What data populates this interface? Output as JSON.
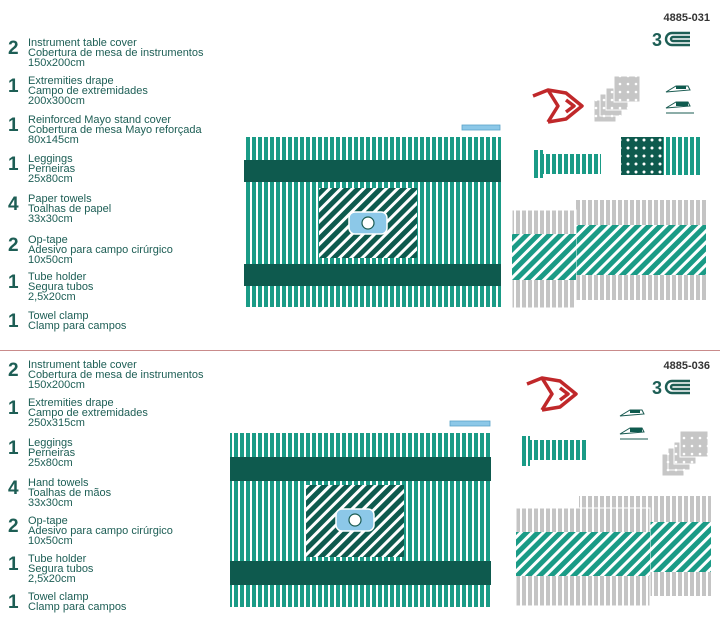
{
  "kits": [
    {
      "code": "4885-031",
      "items": [
        {
          "qty": "2",
          "en": "Instrument table cover",
          "pt": "Cobertura de mesa de instrumentos",
          "size": "150x200cm"
        },
        {
          "qty": "1",
          "en": "Extremities drape",
          "pt": "Campo de extremidades",
          "size": "200x300cm"
        },
        {
          "qty": "1",
          "en": "Reinforced Mayo stand cover",
          "pt": "Cobertura de mesa Mayo reforçada",
          "size": "80x145cm"
        },
        {
          "qty": "1",
          "en": "Leggings",
          "pt": "Perneiras",
          "size": "25x80cm"
        },
        {
          "qty": "4",
          "en": "Paper towels",
          "pt": "Toalhas de papel",
          "size": "33x30cm"
        },
        {
          "qty": "2",
          "en": "Op-tape",
          "pt": "Adesivo para campo cirúrgico",
          "size": "10x50cm"
        },
        {
          "qty": "1",
          "en": "Tube holder",
          "pt": "Segura tubos",
          "size": "2,5x20cm"
        },
        {
          "qty": "1",
          "en": "Towel clamp",
          "pt": "Clamp para campos",
          "size": ""
        }
      ]
    },
    {
      "code": "4885-036",
      "items": [
        {
          "qty": "2",
          "en": "Instrument table cover",
          "pt": "Cobertura de mesa de instrumentos",
          "size": "150x200cm"
        },
        {
          "qty": "1",
          "en": "Extremities drape",
          "pt": "Campo de extremidades",
          "size": "250x315cm"
        },
        {
          "qty": "1",
          "en": "Leggings",
          "pt": "Perneiras",
          "size": "25x80cm"
        },
        {
          "qty": "4",
          "en": "Hand towels",
          "pt": "Toalhas de mãos",
          "size": "33x30cm"
        },
        {
          "qty": "2",
          "en": "Op-tape",
          "pt": "Adesivo para campo cirúrgico",
          "size": "10x50cm"
        },
        {
          "qty": "1",
          "en": "Tube holder",
          "pt": "Segura tubos",
          "size": "2,5x20cm"
        },
        {
          "qty": "1",
          "en": "Towel clamp",
          "pt": "Clamp para campos",
          "size": ""
        }
      ]
    }
  ],
  "colors": {
    "teal": "#1a9b86",
    "dark_teal": "#0e5a4e",
    "grey": "#bdbdbd",
    "red": "#c0282a",
    "light_blue": "#8cc8e8"
  }
}
